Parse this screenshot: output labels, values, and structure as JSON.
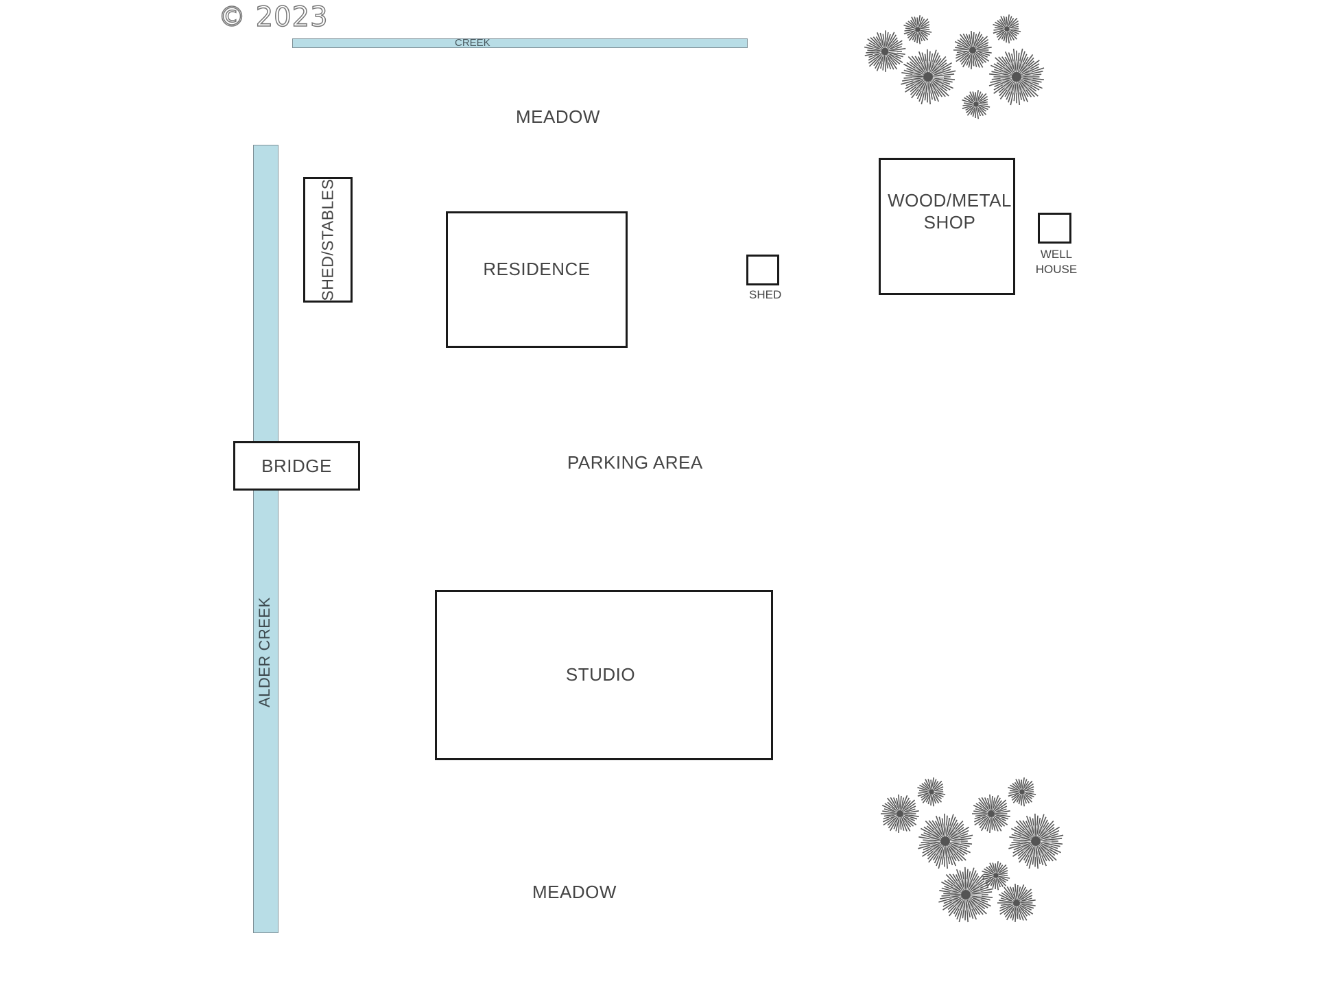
{
  "copyright": "© 2023",
  "water": {
    "creek_label": "CREEK",
    "alder_creek_label": "ALDER CREEK"
  },
  "areas": {
    "meadow_top": "MEADOW",
    "parking": "PARKING AREA",
    "meadow_bottom": "MEADOW"
  },
  "buildings": {
    "shed_stables": "SHED/STABLES",
    "residence": "RESIDENCE",
    "shed": "SHED",
    "shop_line1": "WOOD/METAL",
    "shop_line2": "SHOP",
    "well_line1": "WELL",
    "well_line2": "HOUSE",
    "bridge": "BRIDGE",
    "studio": "STUDIO"
  },
  "colors": {
    "water": "#b8dde6",
    "outline": "#1a1a1a",
    "text": "#444444",
    "tree": "#555555"
  },
  "icons": {
    "tree": "tree-icon"
  }
}
